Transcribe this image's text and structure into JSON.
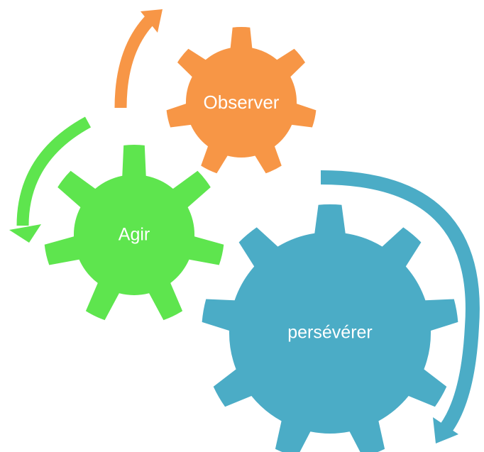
{
  "diagram": {
    "gears": [
      {
        "label": "Observer",
        "color": "#F79646"
      },
      {
        "label": "Agir",
        "color": "#5EE54E"
      },
      {
        "label": "persévérer",
        "color": "#4BACC6"
      }
    ],
    "arrows": [
      {
        "color": "#F79646",
        "direction": "clockwise"
      },
      {
        "color": "#5EE54E",
        "direction": "counterclockwise"
      },
      {
        "color": "#4BACC6",
        "direction": "clockwise"
      }
    ]
  }
}
